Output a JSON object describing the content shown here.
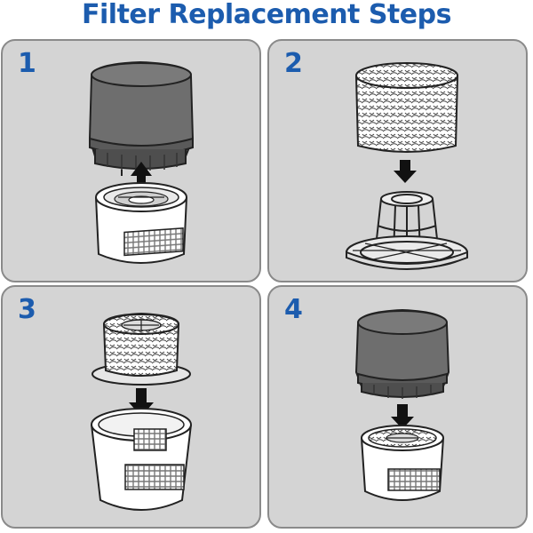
{
  "title": "Filter Replacement Steps",
  "steps": [
    {
      "number": "1"
    },
    {
      "number": "2"
    },
    {
      "number": "3"
    },
    {
      "number": "4"
    }
  ],
  "colors": {
    "title": "#1c5cae",
    "panel_bg": "#d4d4d4",
    "panel_border": "#8a8a8a",
    "cartridge": "#6b6b6b",
    "cartridge_dark": "#4a4a4a",
    "arrow": "#111111"
  }
}
